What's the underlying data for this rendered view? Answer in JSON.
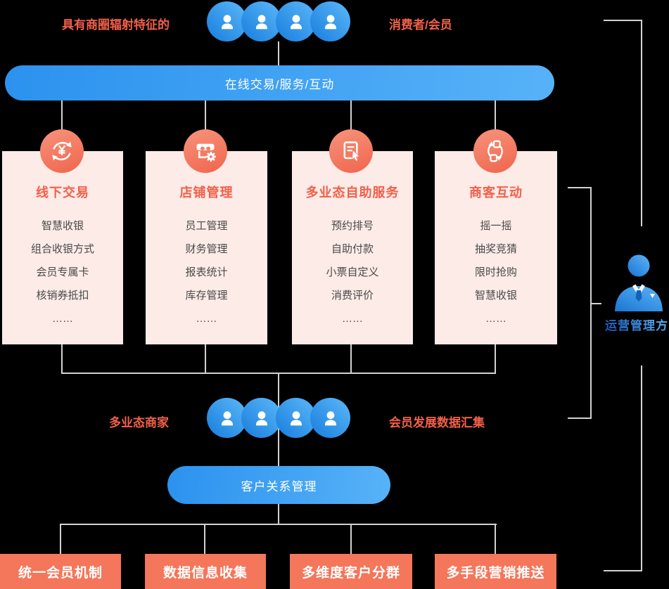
{
  "colors": {
    "background": "#000000",
    "blue_accent": "#2b92ee",
    "blue_light": "#57b2f8",
    "salmon_accent": "#f4765b",
    "card_background": "#fcebe7",
    "red_label": "#f3604a",
    "item_text": "#4a4a4a",
    "connector_gray": "#d2d2d2",
    "operator_blue": "#2d7fd9"
  },
  "top_section": {
    "left_label": "具有商圈辐射特征的",
    "right_label": "消费者/会员",
    "avatar_icon": "person-icon",
    "avatar_count": 4,
    "bar_label": "在线交易/服务/互动"
  },
  "feature_cards": [
    {
      "icon": "currency-exchange-icon",
      "title": "线下交易",
      "items": [
        "智慧收银",
        "组合收银方式",
        "会员专属卡",
        "核销券抵扣",
        "……"
      ]
    },
    {
      "icon": "storefront-gear-icon",
      "title": "店铺管理",
      "items": [
        "员工管理",
        "财务管理",
        "报表统计",
        "库存管理",
        "……"
      ]
    },
    {
      "icon": "document-click-icon",
      "title": "多业态自助服务",
      "items": [
        "预约排号",
        "自助付款",
        "小票自定义",
        "消费评价",
        "……"
      ]
    },
    {
      "icon": "sync-exchange-icon",
      "title": "商客互动",
      "items": [
        "摇一摇",
        "抽奖竞猜",
        "限时抢购",
        "智慧收银",
        "……"
      ]
    }
  ],
  "middle_section": {
    "left_label": "多业态商家",
    "right_label": "会员发展数据汇集",
    "avatar_icon": "person-icon",
    "avatar_count": 4,
    "bar_label": "客户关系管理"
  },
  "operator": {
    "icon": "businessman-icon",
    "label": "运营管理方"
  },
  "bottom_buttons": [
    {
      "label": "统一会员机制"
    },
    {
      "label": "数据信息收集"
    },
    {
      "label": "多维度客户分群"
    },
    {
      "label": "多手段营销推送"
    }
  ]
}
